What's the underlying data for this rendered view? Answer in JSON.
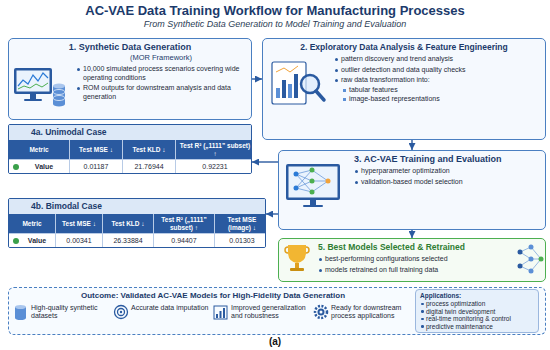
{
  "diagram": {
    "title": "AC-VAE Data Training Workflow for Manufacturing Processes",
    "caption": "(a)",
    "nodes": [
      {
        "text": [
          "1. Synthetic Data Generation",
          "(MOR Framework)",
          "10,000 simulated process scenarios covering wide operating conditions",
          "ROM outputs for downstream analysis and data generation"
        ]
      },
      {
        "text": [
          "2. Exploratory Data Analysis & Feature Engineering",
          "pattern discovery and trend analysis",
          "outlier detection and data quality checks",
          "raw data transformation into:",
          "tabular features",
          "image-based representations"
        ]
      },
      {
        "text": [
          "3. AC-VAE Training and Evaluation",
          "hyperparameter optimization",
          "validation-based model selection"
        ]
      },
      {
        "text": [
          "4a. Unimodal Case"
        ]
      },
      {
        "text": [
          "4b. Bimodal Case"
        ]
      },
      {
        "text": [
          "5. Best Models Selected & Retrained",
          "best-performing configurations selected",
          "models retrained on full training data"
        ]
      },
      {
        "text": [
          "Outcome: Validated AC-VAE Models for High-Fidelity Data Generation"
        ]
      },
      {
        "text": [
          "Applications:",
          "process optimization",
          "digital twin development",
          "real-time monitoring & control",
          "predictive maintenance"
        ],
        "in": 6
      }
    ],
    "edges": [
      {
        "from": 0,
        "to": 1,
        "arrow": "to"
      },
      {
        "from": 1,
        "to": 2,
        "arrow": "to"
      },
      {
        "from": 2,
        "to": 3,
        "arrow": "to"
      },
      {
        "from": 2,
        "to": 4,
        "arrow": "to"
      },
      {
        "from": 2,
        "to": 5,
        "arrow": "to"
      }
    ],
    "labels": [
      "From Synthetic Data Generation to Model Training and Evaluation",
      "Metric",
      "Test MSE ↓",
      "Test KLD ↓",
      "Test R² („1111” subset) ↑",
      "Value",
      "0.01187",
      "21.76944",
      "0.92231",
      "Metric",
      "Test MSE ↓",
      "Test KLD ↓",
      "Test R² („1111” subset) ↑",
      "Test MSE (image) ↓",
      "Value",
      "0.00341",
      "26.33884",
      "0.94407",
      "0.01303",
      "High-quality synthetic datasets",
      "Accurate data imputation",
      "Improved generalization and robustness",
      "Ready for downstream process applications"
    ]
  }
}
